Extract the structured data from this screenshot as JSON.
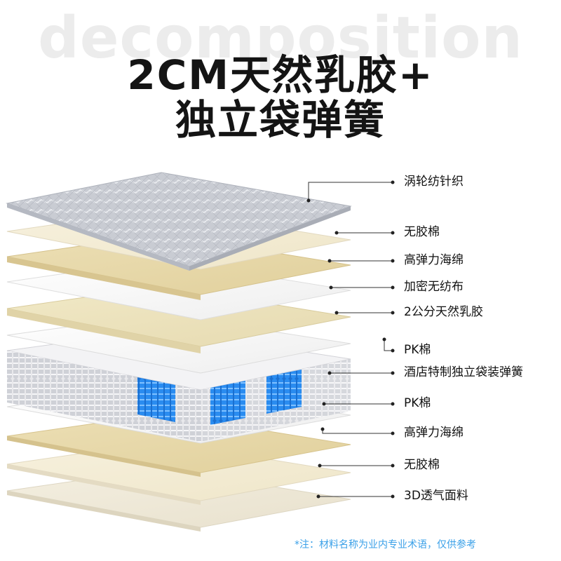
{
  "watermark": "decomposition",
  "title": {
    "line1": "2CM天然乳胶+",
    "line2": "独立袋弹簧"
  },
  "layers": [
    {
      "label": "涡轮纺针织"
    },
    {
      "label": "无胶棉"
    },
    {
      "label": "高弹力海绵"
    },
    {
      "label": "加密无纺布"
    },
    {
      "label": "2公分天然乳胶"
    },
    {
      "label": "PK棉"
    },
    {
      "label": "酒店特制独立袋装弹簧"
    },
    {
      "label": "PK棉"
    },
    {
      "label": "高弹力海绵"
    },
    {
      "label": "无胶棉"
    },
    {
      "label": "3D透气面料"
    }
  ],
  "note": "*注：材料名称为业内专业术语，仅供参考",
  "colors": {
    "title": "#141414",
    "note": "#3aa0e8",
    "spring_blue": "#1e7fe0",
    "leader": "#333333"
  }
}
